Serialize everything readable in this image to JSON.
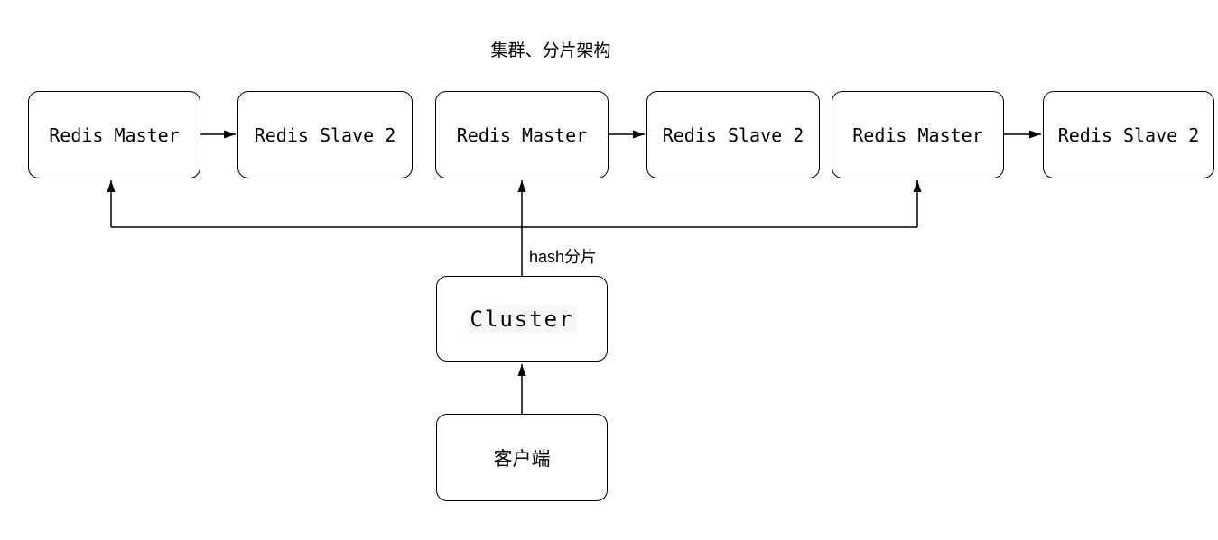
{
  "title": "集群、分片架构",
  "nodes": {
    "master1": {
      "label": "Redis Master"
    },
    "slave1": {
      "label": "Redis Slave 2"
    },
    "master2": {
      "label": "Redis Master"
    },
    "slave2": {
      "label": "Redis Slave 2"
    },
    "master3": {
      "label": "Redis Master"
    },
    "slave3": {
      "label": "Redis Slave 2"
    },
    "cluster": {
      "label": "Cluster"
    },
    "client": {
      "label": "客户端"
    }
  },
  "edges": {
    "hash_label": "hash分片",
    "connections": [
      "client → cluster",
      "cluster → master1",
      "cluster → master2",
      "cluster → master3",
      "master1 → slave1",
      "master2 → slave2",
      "master3 → slave3"
    ]
  },
  "colors": {
    "background": "#ffffff",
    "line": "#000000",
    "box_border": "#000000",
    "box_fill": "#ffffff",
    "text": "#000000"
  }
}
